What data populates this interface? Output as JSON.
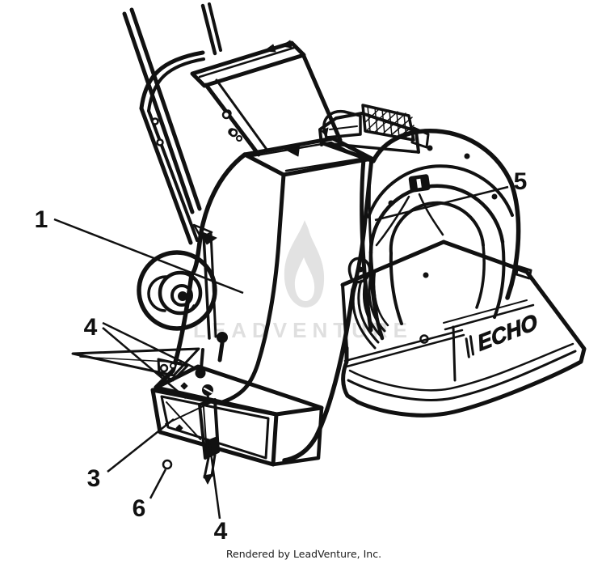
{
  "diagram": {
    "brand_plate_label": "ECHO",
    "line_color": "#111111",
    "background_color": "#ffffff",
    "callouts": [
      {
        "label": "1"
      },
      {
        "label": "4"
      },
      {
        "label": "3"
      },
      {
        "label": "6"
      },
      {
        "label": "4"
      },
      {
        "label": "5"
      }
    ]
  },
  "watermark": {
    "text": "LEADVENTURE",
    "icon": "flame-icon",
    "color": "#dfdfdf"
  },
  "footer": {
    "attribution": "Rendered by LeadVenture, Inc."
  }
}
